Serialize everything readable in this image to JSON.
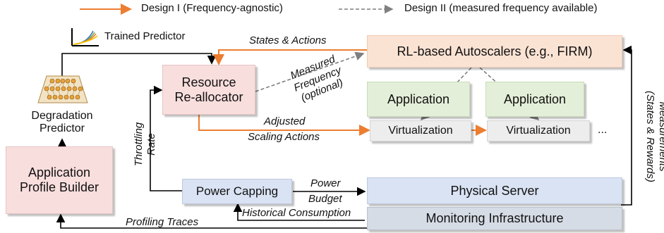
{
  "legend": {
    "design1": "Design I (Frequency-agnostic)",
    "design2": "Design II (measured frequency available)"
  },
  "boxes": {
    "profile_builder": [
      "Application",
      "Profile Builder"
    ],
    "degradation_predictor": [
      "Degradation",
      "Predictor"
    ],
    "reallocator": [
      "Resource",
      "Re-allocator"
    ],
    "rl_autoscalers": "RL-based Autoscalers (e.g., FIRM)",
    "application1": "Application",
    "application2": "Application",
    "virtualization1": "Virtualization",
    "virtualization2": "Virtualization",
    "ellipsis": "...",
    "power_capping": "Power Capping",
    "physical_server": "Physical Server",
    "monitoring": "Monitoring Infrastructure"
  },
  "labels": {
    "trained_predictor": "Trained Predictor",
    "states_actions": "States & Actions",
    "measured_frequency": [
      "Measured",
      "Frequency",
      "(optional)"
    ],
    "adjusted_scaling": [
      "Adjusted",
      "Scaling Actions"
    ],
    "throttling_rate": [
      "Throttling",
      "Rate"
    ],
    "power_budget": [
      "Power",
      "Budget"
    ],
    "historical_consumption": "Historical Consumption",
    "profiling_traces": "Profiling Traces",
    "measurements": [
      "Measurements",
      "(States & Rewards)"
    ]
  },
  "colors": {
    "design1_arrow": "#ED7D31",
    "design2_arrow": "#7F7F7F",
    "pink": "#F8DEDD",
    "peach": "#FBE3D4",
    "green": "#E3EFD9",
    "grey": "#EDEDED",
    "blue_light": "#DAE3F3",
    "blue_grey": "#D6DCE5"
  }
}
